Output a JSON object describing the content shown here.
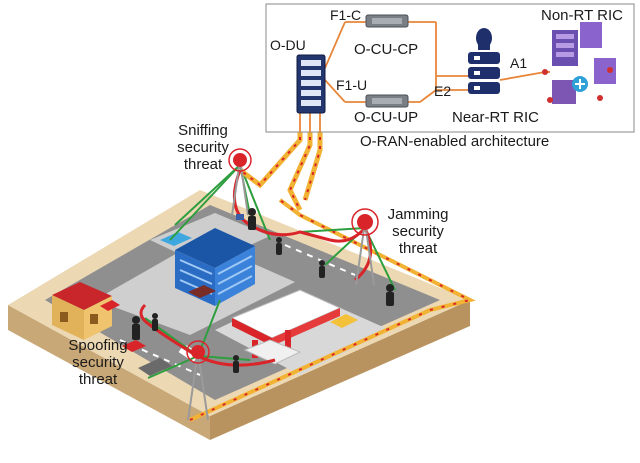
{
  "architecture": {
    "caption": "O-RAN-enabled architecture",
    "o_du": "O-DU",
    "f1c": "F1-C",
    "f1u": "F1-U",
    "o_cu_cp": "O-CU-CP",
    "o_cu_up": "O-CU-UP",
    "e2": "E2",
    "a1": "A1",
    "near_rt_ric": "Near-RT RIC",
    "non_rt_ric": "Non-RT RIC"
  },
  "threats": {
    "sniffing": [
      "Sniffing",
      "security",
      "threat"
    ],
    "jamming": [
      "Jamming",
      "security",
      "threat"
    ],
    "spoofing": [
      "Spoofing",
      "security",
      "threat"
    ]
  },
  "colors": {
    "orange_link": "#e8863a",
    "red_fiber": "#d9252a",
    "yellow_fiber": "#f2b233",
    "green_link": "#2e9e3e",
    "road": "#8f8f8f",
    "ground": "#ecd9b4",
    "ric_blue": "#1e2f6b",
    "non_rt_purple": "#7d55b3"
  }
}
